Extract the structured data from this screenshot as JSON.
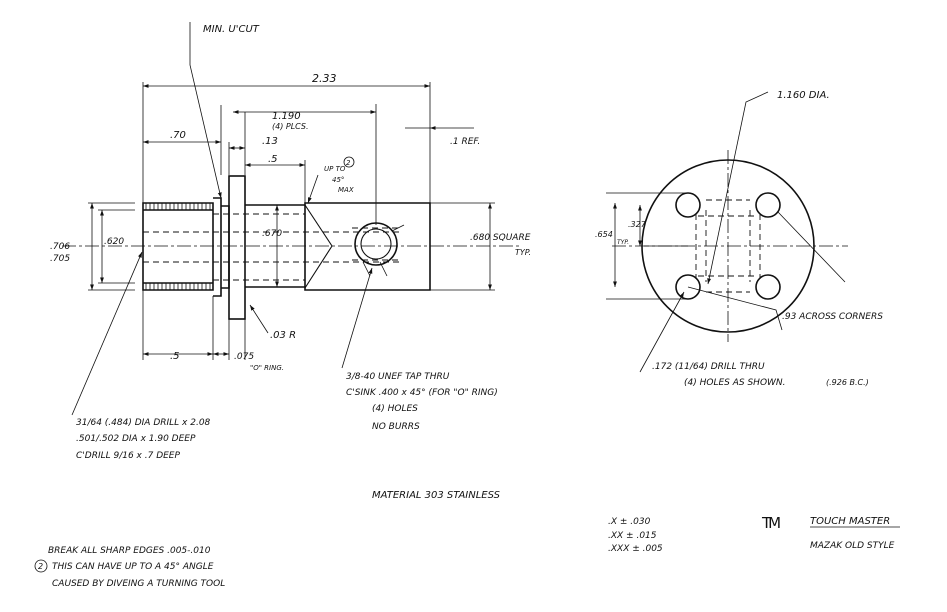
{
  "side_view": {
    "min_ucut": "MIN. U'CUT",
    "overall_length": "2.33",
    "dim_1190": "1.190",
    "places": "(4) PLCS.",
    "dim_70": ".70",
    "dim_13": ".13",
    "dim_5_top": ".5",
    "up_to_a": "UP TO",
    "up_to_b": "45°",
    "up_to_c": "MAX",
    "up_to_note": "2",
    "ref": ".1 REF.",
    "dia_706": ".706",
    "dia_705": ".705",
    "dia_620": ".620",
    "dia_670": ".670",
    "square": ".680 SQUARE",
    "typ": "TYP.",
    "radius": ".03 R",
    "dim_5_bottom": ".5",
    "dim_075": ".075",
    "o_ring": "\"O\" RING."
  },
  "notes": {
    "drill_1": "31/64 (.484) DIA DRILL x 2.08",
    "drill_2": ".501/.502 DIA x 1.90 DEEP",
    "drill_3": "C'DRILL 9/16 x .7 DEEP",
    "tap_1": "3/8-40 UNEF TAP THRU",
    "tap_2": "C'SINK .400 x 45° (FOR \"O\" RING)",
    "tap_3": "(4) HOLES",
    "tap_4": "NO BURRS",
    "material": "MATERIAL 303 STAINLESS",
    "break_edges": "BREAK ALL SHARP EDGES .005-.010",
    "note2_num": "2",
    "note2_a": "THIS CAN HAVE UP TO A 45° ANGLE",
    "note2_b": "CAUSED BY DIVEING A TURNING TOOL"
  },
  "end_view": {
    "dia": "1.160 DIA.",
    "dim_327": ".327",
    "dim_654": ".654",
    "typ": "TYP.",
    "across": ".93 ACROSS CORNERS",
    "hole_1": ".172 (11/64) DRILL THRU",
    "hole_2": "(4) HOLES AS SHOWN.",
    "bc": "(.926 B.C.)"
  },
  "tolerances": {
    "t1": ".X ± .030",
    "t2": ".XX ± .015",
    "t3": ".XXX ± .005"
  },
  "title_block": {
    "logo": "TM",
    "company": "TOUCH MASTER",
    "part": "MAZAK OLD STYLE"
  }
}
